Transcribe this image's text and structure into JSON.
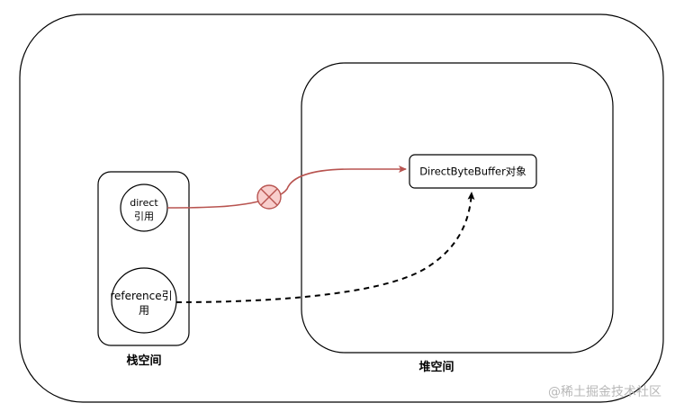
{
  "diagram": {
    "stack_label": "栈空间",
    "heap_label": "堆空间",
    "direct_ref": {
      "line1": "direct",
      "line2": "引用"
    },
    "reference_ref": {
      "line1": "reference引",
      "line2": "用"
    },
    "object_label": "DirectByteBuffer对象",
    "colors": {
      "broken_link": "#b85450",
      "cross_fill": "#f8cecc",
      "dashed_link": "#000000"
    }
  },
  "watermark": "@稀土掘金技术社区"
}
